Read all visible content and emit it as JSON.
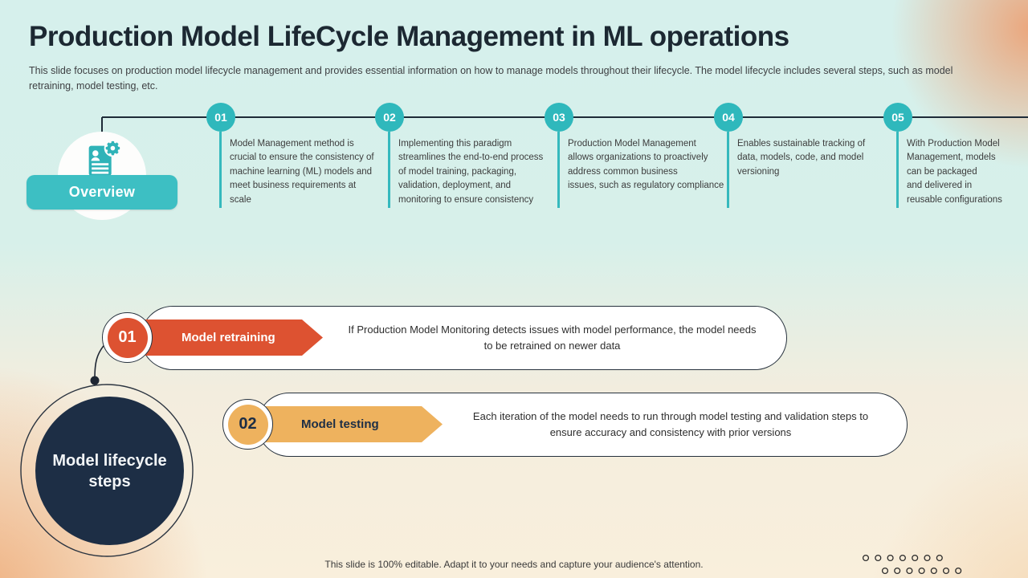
{
  "slide": {
    "title": "Production Model LifeCycle Management  in ML operations",
    "subtitle": "This slide focuses on production model lifecycle management and provides essential information on how to manage models throughout their lifecycle. The model lifecycle includes several steps, such as model retraining, model testing, etc.",
    "footer": "This slide is 100% editable.  Adapt it to your needs and capture your audience's attention."
  },
  "overview": {
    "label": "Overview",
    "icon": "document-person-gear-icon"
  },
  "timeline": {
    "steps": [
      {
        "number": "01",
        "text": "Model Management method is\ncrucial to ensure the consistency of\nmachine learning (ML) models and\nmeet business requirements at\nscale"
      },
      {
        "number": "02",
        "text": "Implementing this paradigm\nstreamlines the end-to-end process\nof model training, packaging,\nvalidation, deployment, and\nmonitoring to ensure consistency"
      },
      {
        "number": "03",
        "text": "Production Model Management\nallows organizations to proactively\naddress common business\nissues, such as regulatory compliance"
      },
      {
        "number": "04",
        "text": "Enables sustainable tracking of\ndata, models, code, and model\nversioning"
      },
      {
        "number": "05",
        "text": "With Production Model\nManagement, models\ncan be packaged\nand delivered in\nreusable configurations"
      }
    ]
  },
  "lifecycle": {
    "hub_label": "Model lifecycle\nsteps",
    "items": [
      {
        "number": "01",
        "title": "Model retraining",
        "accent": "#dd5231",
        "description": "If Production Model Monitoring detects issues with model performance,  the model needs\nto be retrained on newer data"
      },
      {
        "number": "02",
        "title": "Model testing",
        "accent": "#eeb25e",
        "description": "Each iteration of the model needs to run through  model testing and validation  steps to\nensure accuracy and consistency with prior versions"
      }
    ]
  },
  "colors": {
    "teal_button": "#3dbfc3",
    "teal_timeline": "#2fb8bc",
    "orange_red": "#dd5231",
    "amber": "#eeb25e",
    "dark_navy": "#1d2e45",
    "background_top": "#d6f0ec",
    "background_bottom": "#f9efdc",
    "blob_peach": "#eca276"
  }
}
